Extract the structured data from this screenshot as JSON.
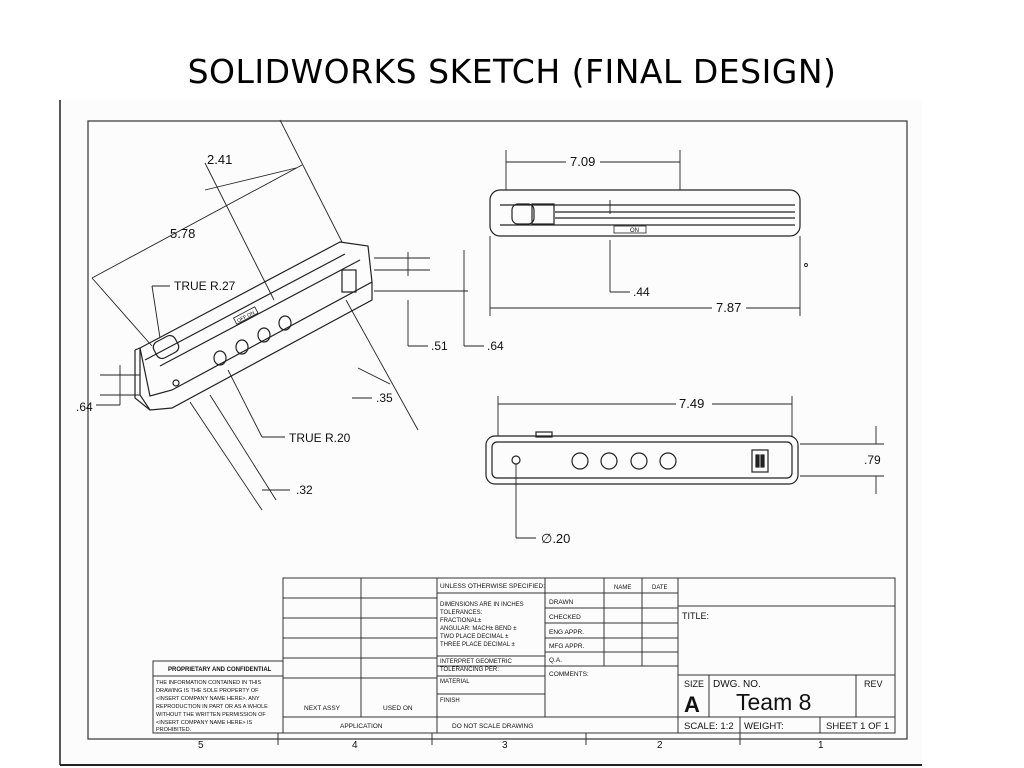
{
  "slide": {
    "title": "SOLIDWORKS SKETCH (FINAL DESIGN)"
  },
  "dimensions": {
    "iso_2_41": "2.41",
    "iso_5_78": "5.78",
    "iso_true_r27": "TRUE R.27",
    "iso_64_left": ".64",
    "iso_51": ".51",
    "iso_64_right": ".64",
    "iso_35": ".35",
    "iso_true_r20": "TRUE R.20",
    "iso_32": ".32",
    "top_7_09": "7.09",
    "top_44": ".44",
    "top_7_87": "7.87",
    "front_7_49": "7.49",
    "front_79": ".79",
    "front_dia_20": "∅.20"
  },
  "part_markings": {
    "on_top": "ON",
    "on_iso": "OFF ON"
  },
  "title_block": {
    "proprietary_heading": "PROPRIETARY AND CONFIDENTIAL",
    "proprietary_lines": [
      "THE INFORMATION CONTAINED IN THIS",
      "DRAWING IS THE SOLE PROPERTY OF",
      "<INSERT COMPANY NAME HERE>.  ANY",
      "REPRODUCTION IN PART OR AS A WHOLE",
      "WITHOUT THE WRITTEN PERMISSION OF",
      "<INSERT COMPANY NAME HERE> IS",
      "PROHIBITED."
    ],
    "next_assy": "NEXT ASSY",
    "used_on": "USED ON",
    "application": "APPLICATION",
    "unless_specified": "UNLESS OTHERWISE SPECIFIED:",
    "tolerance_lines": [
      "DIMENSIONS ARE IN INCHES",
      "TOLERANCES:",
      "FRACTIONAL±",
      "ANGULAR: MACH±    BEND ±",
      "TWO PLACE DECIMAL    ±",
      "THREE PLACE DECIMAL  ±"
    ],
    "interpret_lines": [
      "INTERPRET GEOMETRIC",
      "TOLERANCING PER:"
    ],
    "material": "MATERIAL",
    "finish": "FINISH",
    "do_not_scale": "DO NOT SCALE DRAWING",
    "name_hdr": "NAME",
    "date_hdr": "DATE",
    "drawn": "DRAWN",
    "checked": "CHECKED",
    "eng_appr": "ENG APPR.",
    "mfg_appr": "MFG APPR.",
    "qa": "Q.A.",
    "comments": "COMMENTS:",
    "title_label": "TITLE:",
    "size_label": "SIZE",
    "size_value": "A",
    "dwg_no_label": "DWG.  NO.",
    "dwg_no_value": "Team 8",
    "rev_label": "REV",
    "scale": "SCALE: 1:2",
    "weight": "WEIGHT:",
    "sheet": "SHEET 1 OF 1"
  },
  "zone_numbers": [
    "5",
    "4",
    "3",
    "2",
    "1"
  ]
}
